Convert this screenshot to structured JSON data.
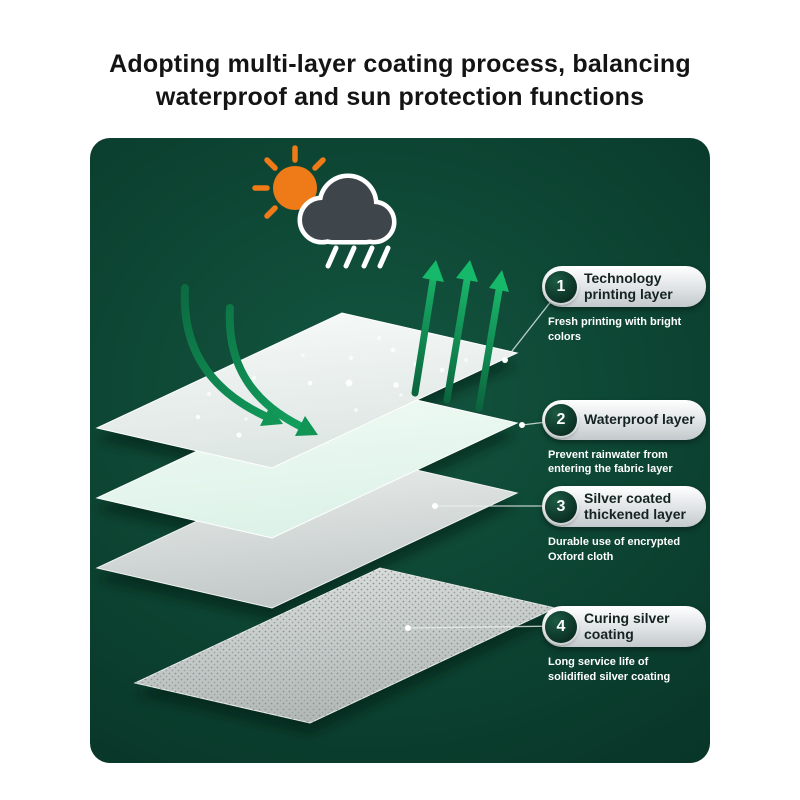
{
  "title": "Adopting multi-layer coating process, balancing waterproof and sun protection functions",
  "panel": {
    "icons": [
      "sun-icon",
      "cloud-icon",
      "rain-icon",
      "rain-arrows",
      "breathability-arrows"
    ],
    "colors": {
      "panel_green": "#0c4231",
      "arrow_green": "#12a15e",
      "badge_green": "#0b3125",
      "sun_orange": "#ee7b17",
      "cloud_gray": "#3f464b"
    }
  },
  "callouts": [
    {
      "number": "1",
      "title": "Technology printing layer",
      "desc": "Fresh printing with bright colors"
    },
    {
      "number": "2",
      "title": "Waterproof layer",
      "desc": "Prevent rainwater from entering the fabric layer"
    },
    {
      "number": "3",
      "title": "Silver coated thickened layer",
      "desc": "Durable use of encrypted Oxford cloth"
    },
    {
      "number": "4",
      "title": "Curing silver coating",
      "desc": "Long service life of solidified silver coating"
    }
  ]
}
